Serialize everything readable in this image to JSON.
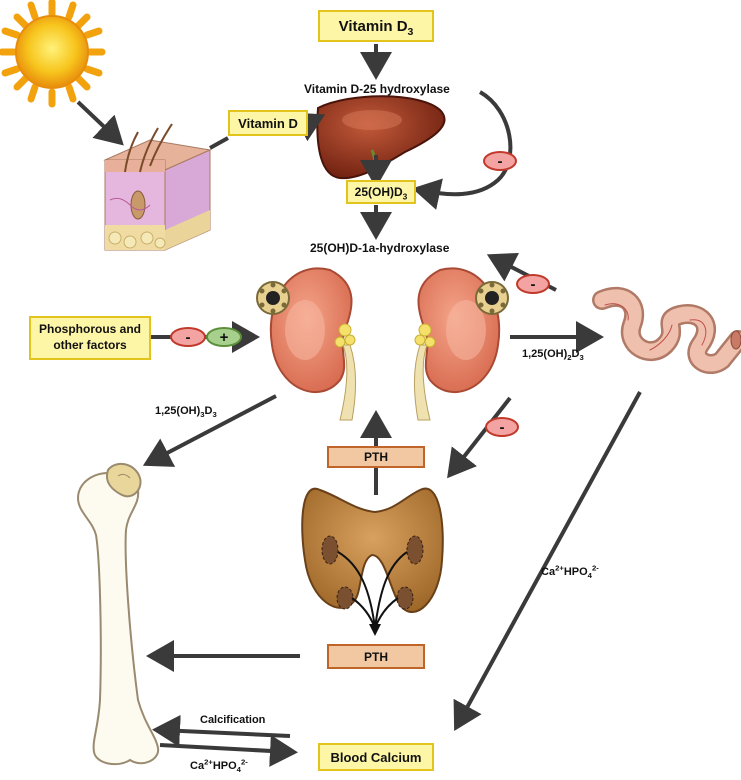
{
  "boxes": {
    "vitamin_d3": "Vitamin D",
    "vitamin_d3_sub": "3",
    "vitamin_d": "Vitamin D",
    "oh_d3_a": "25(OH)D",
    "oh_d3_sub": "3",
    "phosphorous": "Phosphorous and other factors",
    "pth_upper": "PTH",
    "pth_lower": "PTH",
    "blood_calcium": "Blood Calcium"
  },
  "labels": {
    "hydroxylase_25": "Vitamin D-25 hydroxylase",
    "hydroxylase_1a": "25(OH)D-1a-hydroxylase",
    "calcitriol_right_a": "1,25(OH)",
    "calcitriol_right_sub1": "2",
    "calcitriol_right_b": "D",
    "calcitriol_right_sub2": "3",
    "calcitriol_left_a": "1,25(OH)",
    "calcitriol_left_sub1": "3",
    "calcitriol_left_b": "D",
    "calcitriol_left_sub2": "3",
    "ca_hpo4_right": "Ca",
    "ca_hpo4_left": "Ca",
    "ion_ca_charge": "2+",
    "ion_hpo4": "HPO",
    "ion_hpo4_sub": "4",
    "ion_hpo4_charge": "2-",
    "calcification": "Calcification"
  },
  "signs": {
    "minus": "-",
    "plus": "+"
  },
  "colors": {
    "arrow": "#3a3a3a",
    "yellow_box": "#fdf6a6",
    "yellow_border": "#e2c41c",
    "pth_box": "#f2c8a2",
    "pth_border": "#c0652a",
    "inhibit_fill": "#f4a3a3",
    "inhibit_border": "#c0392b",
    "stimulate_fill": "#a8d08d",
    "stimulate_border": "#5b8f3a"
  },
  "icons": [
    "sun-icon",
    "skin-icon",
    "liver-icon",
    "kidney-icon",
    "intestine-icon",
    "thyroid-icon",
    "bone-icon"
  ]
}
